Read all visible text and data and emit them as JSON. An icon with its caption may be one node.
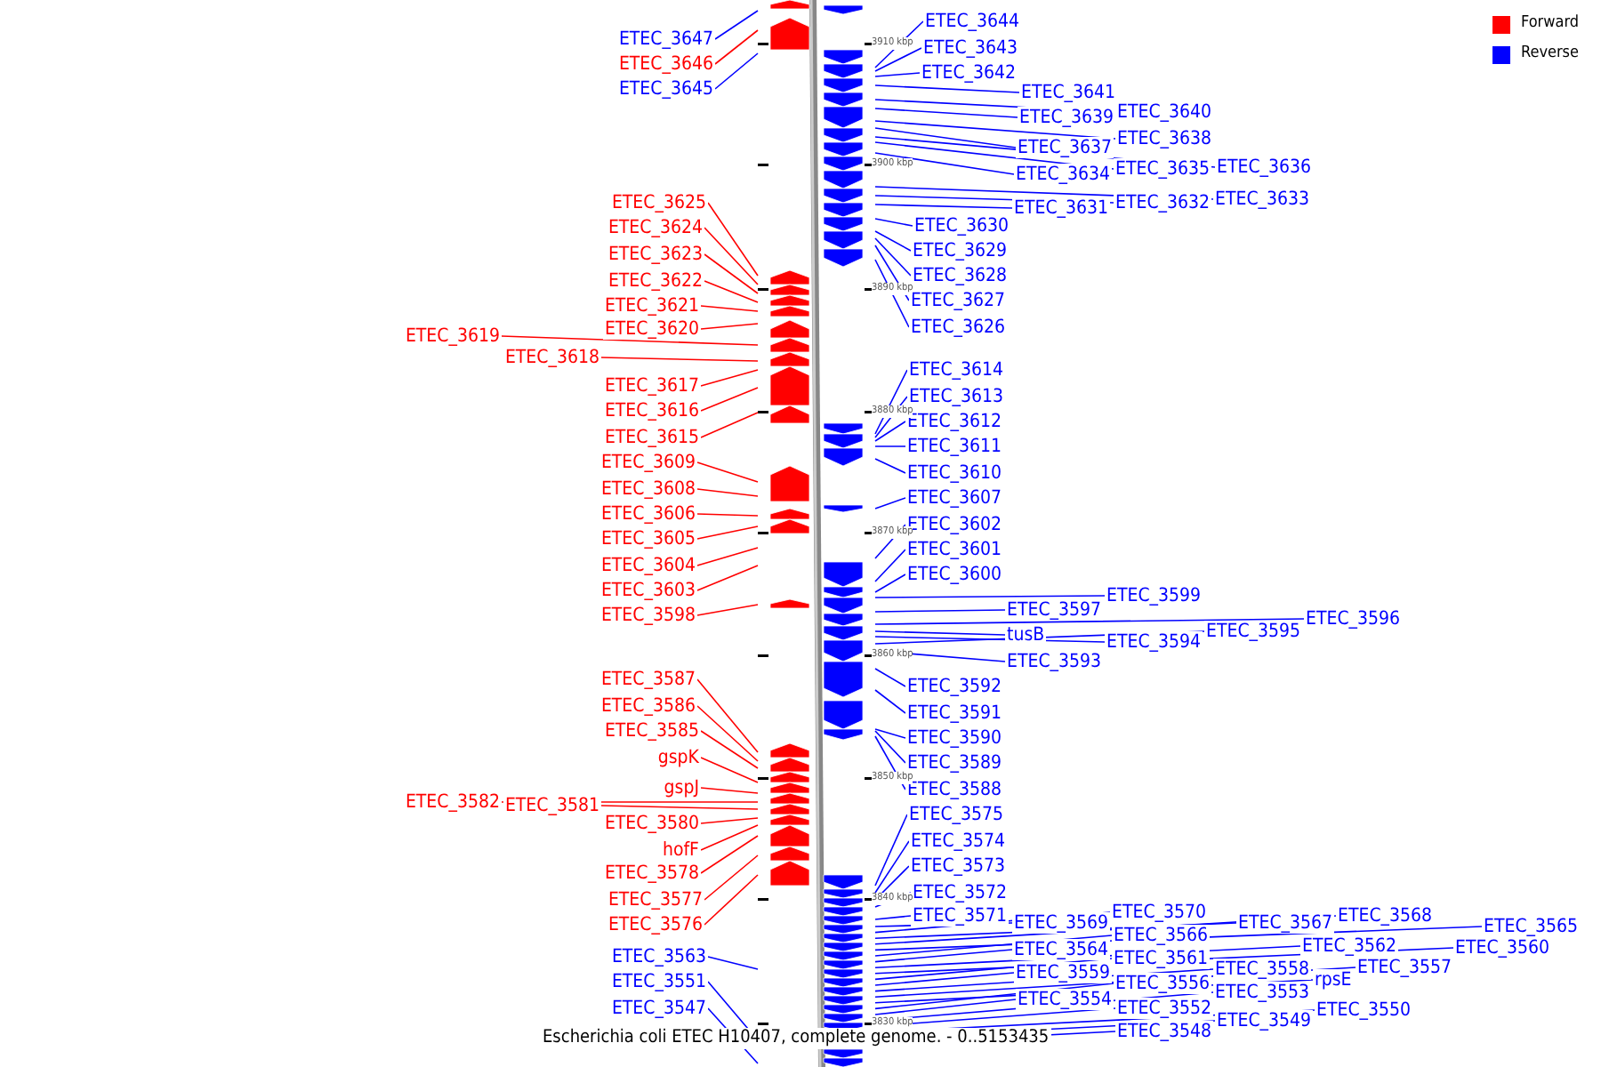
{
  "diagram": {
    "caption": "Escherichia coli ETEC H10407, complete genome. - 0..5153435",
    "nodes": [
      {
        "text": [
          "ETEC_3647"
        ]
      },
      {
        "text": [
          "ETEC_3646"
        ]
      },
      {
        "text": [
          "ETEC_3645"
        ]
      },
      {
        "text": [
          "ETEC_3625"
        ]
      },
      {
        "text": [
          "ETEC_3624"
        ]
      },
      {
        "text": [
          "ETEC_3623"
        ]
      },
      {
        "text": [
          "ETEC_3622"
        ]
      },
      {
        "text": [
          "ETEC_3621"
        ]
      },
      {
        "text": [
          "ETEC_3620"
        ]
      },
      {
        "text": [
          "ETEC_3619"
        ]
      },
      {
        "text": [
          "ETEC_3618"
        ]
      },
      {
        "text": [
          "ETEC_3617"
        ]
      },
      {
        "text": [
          "ETEC_3616"
        ]
      },
      {
        "text": [
          "ETEC_3615"
        ]
      },
      {
        "text": [
          "ETEC_3609"
        ]
      },
      {
        "text": [
          "ETEC_3608"
        ]
      },
      {
        "text": [
          "ETEC_3606"
        ]
      },
      {
        "text": [
          "ETEC_3605"
        ]
      },
      {
        "text": [
          "ETEC_3604"
        ]
      },
      {
        "text": [
          "ETEC_3603"
        ]
      },
      {
        "text": [
          "ETEC_3598"
        ]
      },
      {
        "text": [
          "ETEC_3587"
        ]
      },
      {
        "text": [
          "ETEC_3586"
        ]
      },
      {
        "text": [
          "ETEC_3585"
        ]
      },
      {
        "text": [
          "gspK"
        ]
      },
      {
        "text": [
          "gspJ"
        ]
      },
      {
        "text": [
          "ETEC_3582"
        ]
      },
      {
        "text": [
          "ETEC_3581"
        ]
      },
      {
        "text": [
          "ETEC_3580"
        ]
      },
      {
        "text": [
          "hofF"
        ]
      },
      {
        "text": [
          "ETEC_3578"
        ]
      },
      {
        "text": [
          "ETEC_3577"
        ]
      },
      {
        "text": [
          "ETEC_3576"
        ]
      },
      {
        "text": [
          "ETEC_3563"
        ]
      },
      {
        "text": [
          "ETEC_3551"
        ]
      },
      {
        "text": [
          "ETEC_3547"
        ]
      },
      {
        "text": [
          "ETEC_3644"
        ]
      },
      {
        "text": [
          "ETEC_3643"
        ]
      },
      {
        "text": [
          "ETEC_3642"
        ]
      },
      {
        "text": [
          "ETEC_3641"
        ]
      },
      {
        "text": [
          "ETEC_3639"
        ]
      },
      {
        "text": [
          "ETEC_3640"
        ]
      },
      {
        "text": [
          "ETEC_3637"
        ]
      },
      {
        "text": [
          "ETEC_3638"
        ]
      },
      {
        "text": [
          "ETEC_3634"
        ]
      },
      {
        "text": [
          "ETEC_3635"
        ]
      },
      {
        "text": [
          "ETEC_3636"
        ]
      },
      {
        "text": [
          "ETEC_3631"
        ]
      },
      {
        "text": [
          "ETEC_3632"
        ]
      },
      {
        "text": [
          "ETEC_3633"
        ]
      },
      {
        "text": [
          "ETEC_3630"
        ]
      },
      {
        "text": [
          "ETEC_3629"
        ]
      },
      {
        "text": [
          "ETEC_3628"
        ]
      },
      {
        "text": [
          "ETEC_3627"
        ]
      },
      {
        "text": [
          "ETEC_3626"
        ]
      },
      {
        "text": [
          "ETEC_3614"
        ]
      },
      {
        "text": [
          "ETEC_3613"
        ]
      },
      {
        "text": [
          "ETEC_3612"
        ]
      },
      {
        "text": [
          "ETEC_3611"
        ]
      },
      {
        "text": [
          "ETEC_3610"
        ]
      },
      {
        "text": [
          "ETEC_3607"
        ]
      },
      {
        "text": [
          "ETEC_3602"
        ]
      },
      {
        "text": [
          "ETEC_3601"
        ]
      },
      {
        "text": [
          "ETEC_3600"
        ]
      },
      {
        "text": [
          "ETEC_3599"
        ]
      },
      {
        "text": [
          "ETEC_3597"
        ]
      },
      {
        "text": [
          "ETEC_3596"
        ]
      },
      {
        "text": [
          "tusB"
        ]
      },
      {
        "text": [
          "ETEC_3594"
        ]
      },
      {
        "text": [
          "ETEC_3595"
        ]
      },
      {
        "text": [
          "ETEC_3593"
        ]
      },
      {
        "text": [
          "ETEC_3592"
        ]
      },
      {
        "text": [
          "ETEC_3591"
        ]
      },
      {
        "text": [
          "ETEC_3590"
        ]
      },
      {
        "text": [
          "ETEC_3589"
        ]
      },
      {
        "text": [
          "ETEC_3588"
        ]
      },
      {
        "text": [
          "ETEC_3575"
        ]
      },
      {
        "text": [
          "ETEC_3574"
        ]
      },
      {
        "text": [
          "ETEC_3573"
        ]
      },
      {
        "text": [
          "ETEC_3572"
        ]
      },
      {
        "text": [
          "ETEC_3571"
        ]
      },
      {
        "text": [
          "ETEC_3569"
        ]
      },
      {
        "text": [
          "ETEC_3570"
        ]
      },
      {
        "text": [
          "ETEC_3567"
        ]
      },
      {
        "text": [
          "ETEC_3568"
        ]
      },
      {
        "text": [
          "ETEC_3565"
        ]
      },
      {
        "text": [
          "ETEC_3566"
        ]
      },
      {
        "text": [
          "ETEC_3564"
        ]
      },
      {
        "text": [
          "ETEC_3562"
        ]
      },
      {
        "text": [
          "ETEC_3560"
        ]
      },
      {
        "text": [
          "ETEC_3561"
        ]
      },
      {
        "text": [
          "ETEC_3559"
        ]
      },
      {
        "text": [
          "ETEC_3558"
        ]
      },
      {
        "text": [
          "ETEC_3557"
        ]
      },
      {
        "text": [
          "rpsE"
        ]
      },
      {
        "text": [
          "ETEC_3556"
        ]
      },
      {
        "text": [
          "ETEC_3554"
        ]
      },
      {
        "text": [
          "ETEC_3553"
        ]
      },
      {
        "text": [
          "ETEC_3552"
        ]
      },
      {
        "text": [
          "ETEC_3550"
        ]
      },
      {
        "text": [
          "ETEC_3549"
        ]
      },
      {
        "text": [
          "ETEC_3548"
        ]
      },
      {
        "text": [],
        "shape": "picture"
      }
    ],
    "edges": [
      {
        "from": 0,
        "to": 102,
        "arrow": "none"
      },
      {
        "from": 1,
        "to": 102,
        "arrow": "none",
        "color": "#ff0000"
      },
      {
        "from": 2,
        "to": 102,
        "arrow": "none"
      },
      {
        "from": 3,
        "to": 102,
        "arrow": "none",
        "color": "#ff0000"
      },
      {
        "from": 4,
        "to": 102,
        "arrow": "none",
        "color": "#ff0000"
      },
      {
        "from": 5,
        "to": 102,
        "arrow": "none",
        "color": "#ff0000"
      },
      {
        "from": 6,
        "to": 102,
        "arrow": "none",
        "color": "#ff0000"
      },
      {
        "from": 7,
        "to": 102,
        "arrow": "none",
        "color": "#ff0000"
      },
      {
        "from": 8,
        "to": 102,
        "arrow": "none",
        "color": "#ff0000"
      },
      {
        "from": 9,
        "to": 102,
        "arrow": "none",
        "color": "#ff0000"
      },
      {
        "from": 10,
        "to": 102,
        "arrow": "none",
        "color": "#ff0000"
      },
      {
        "from": 11,
        "to": 102,
        "arrow": "none",
        "color": "#ff0000"
      },
      {
        "from": 12,
        "to": 102,
        "arrow": "none",
        "color": "#ff0000"
      },
      {
        "from": 13,
        "to": 102,
        "arrow": "none",
        "color": "#ff0000"
      },
      {
        "from": 14,
        "to": 102,
        "arrow": "none",
        "color": "#ff0000"
      },
      {
        "from": 15,
        "to": 102,
        "arrow": "none",
        "color": "#ff0000"
      },
      {
        "from": 16,
        "to": 102,
        "arrow": "none",
        "color": "#ff0000"
      },
      {
        "from": 17,
        "to": 102,
        "arrow": "none",
        "color": "#ff0000"
      },
      {
        "from": 18,
        "to": 102,
        "arrow": "none",
        "color": "#ff0000"
      },
      {
        "from": 19,
        "to": 102,
        "arrow": "none",
        "color": "#ff0000"
      },
      {
        "from": 20,
        "to": 102,
        "arrow": "none",
        "color": "#ff0000"
      },
      {
        "from": 21,
        "to": 102,
        "arrow": "none",
        "color": "#ff0000"
      },
      {
        "from": 22,
        "to": 102,
        "arrow": "none",
        "color": "#ff0000"
      },
      {
        "from": 23,
        "to": 102,
        "arrow": "none",
        "color": "#ff0000"
      },
      {
        "from": 24,
        "to": 102,
        "arrow": "none",
        "color": "#ff0000"
      },
      {
        "from": 25,
        "to": 102,
        "arrow": "none",
        "color": "#ff0000"
      },
      {
        "from": 26,
        "to": 102,
        "arrow": "none",
        "color": "#ff0000"
      },
      {
        "from": 27,
        "to": 102,
        "arrow": "none",
        "color": "#ff0000"
      },
      {
        "from": 28,
        "to": 102,
        "arrow": "none",
        "color": "#ff0000"
      },
      {
        "from": 29,
        "to": 102,
        "arrow": "none",
        "color": "#ff0000"
      },
      {
        "from": 30,
        "to": 102,
        "arrow": "none",
        "color": "#ff0000"
      },
      {
        "from": 31,
        "to": 102,
        "arrow": "none",
        "color": "#ff0000"
      },
      {
        "from": 32,
        "to": 102,
        "arrow": "none",
        "color": "#ff0000"
      },
      {
        "from": 33,
        "to": 102,
        "arrow": "none"
      },
      {
        "from": 34,
        "to": 102,
        "arrow": "none"
      },
      {
        "from": 35,
        "to": 102,
        "arrow": "none"
      },
      {
        "from": 36,
        "to": 102,
        "arrow": "none"
      },
      {
        "from": 37,
        "to": 102,
        "arrow": "none"
      },
      {
        "from": 38,
        "to": 102,
        "arrow": "none"
      },
      {
        "from": 39,
        "to": 102,
        "arrow": "none"
      },
      {
        "from": 40,
        "to": 102,
        "arrow": "none"
      },
      {
        "from": 41,
        "to": 102,
        "arrow": "none"
      },
      {
        "from": 42,
        "to": 102,
        "arrow": "none"
      },
      {
        "from": 43,
        "to": 102,
        "arrow": "none"
      },
      {
        "from": 44,
        "to": 102,
        "arrow": "none"
      },
      {
        "from": 45,
        "to": 102,
        "arrow": "none"
      },
      {
        "from": 46,
        "to": 102,
        "arrow": "none"
      },
      {
        "from": 47,
        "to": 102,
        "arrow": "none"
      },
      {
        "from": 48,
        "to": 102,
        "arrow": "none"
      },
      {
        "from": 49,
        "to": 102,
        "arrow": "none"
      },
      {
        "from": 50,
        "to": 102,
        "arrow": "none"
      },
      {
        "from": 51,
        "to": 102,
        "arrow": "none"
      },
      {
        "from": 52,
        "to": 102,
        "arrow": "none"
      },
      {
        "from": 53,
        "to": 102,
        "arrow": "none"
      },
      {
        "from": 54,
        "to": 102,
        "arrow": "none"
      },
      {
        "from": 55,
        "to": 102,
        "arrow": "none"
      },
      {
        "from": 56,
        "to": 102,
        "arrow": "none"
      },
      {
        "from": 57,
        "to": 102,
        "arrow": "none"
      },
      {
        "from": 58,
        "to": 102,
        "arrow": "none"
      },
      {
        "from": 59,
        "to": 102,
        "arrow": "none"
      },
      {
        "from": 60,
        "to": 102,
        "arrow": "none"
      },
      {
        "from": 61,
        "to": 102,
        "arrow": "none"
      },
      {
        "from": 62,
        "to": 102,
        "arrow": "none"
      },
      {
        "from": 63,
        "to": 102,
        "arrow": "none"
      },
      {
        "from": 64,
        "to": 102,
        "arrow": "none"
      },
      {
        "from": 65,
        "to": 102,
        "arrow": "none"
      },
      {
        "from": 66,
        "to": 102,
        "arrow": "none"
      },
      {
        "from": 67,
        "to": 102,
        "arrow": "none"
      },
      {
        "from": 68,
        "to": 102,
        "arrow": "none"
      },
      {
        "from": 69,
        "to": 102,
        "arrow": "none"
      },
      {
        "from": 70,
        "to": 102,
        "arrow": "none"
      },
      {
        "from": 71,
        "to": 102,
        "arrow": "none"
      },
      {
        "from": 72,
        "to": 102,
        "arrow": "none"
      },
      {
        "from": 73,
        "to": 102,
        "arrow": "none"
      },
      {
        "from": 74,
        "to": 102,
        "arrow": "none"
      },
      {
        "from": 75,
        "to": 102,
        "arrow": "none"
      },
      {
        "from": 76,
        "to": 102,
        "arrow": "none"
      },
      {
        "from": 77,
        "to": 102,
        "arrow": "none"
      },
      {
        "from": 78,
        "to": 102,
        "arrow": "none"
      },
      {
        "from": 79,
        "to": 102,
        "arrow": "none"
      },
      {
        "from": 80,
        "to": 102,
        "arrow": "none"
      },
      {
        "from": 81,
        "to": 102,
        "arrow": "none"
      },
      {
        "from": 82,
        "to": 102,
        "arrow": "none"
      },
      {
        "from": 83,
        "to": 102,
        "arrow": "none"
      },
      {
        "from": 84,
        "to": 102,
        "arrow": "none"
      },
      {
        "from": 85,
        "to": 102,
        "arrow": "none"
      },
      {
        "from": 86,
        "to": 102,
        "arrow": "none"
      },
      {
        "from": 87,
        "to": 102,
        "arrow": "none"
      },
      {
        "from": 88,
        "to": 102,
        "arrow": "none"
      },
      {
        "from": 89,
        "to": 102,
        "arrow": "none"
      },
      {
        "from": 90,
        "to": 102,
        "arrow": "none"
      },
      {
        "from": 91,
        "to": 102,
        "arrow": "none"
      },
      {
        "from": 92,
        "to": 102,
        "arrow": "none"
      },
      {
        "from": 93,
        "to": 102,
        "arrow": "none"
      },
      {
        "from": 94,
        "to": 102,
        "arrow": "none"
      },
      {
        "from": 95,
        "to": 102,
        "arrow": "none"
      },
      {
        "from": 96,
        "to": 102,
        "arrow": "none"
      },
      {
        "from": 97,
        "to": 102,
        "arrow": "none"
      },
      {
        "from": 98,
        "to": 102,
        "arrow": "none"
      },
      {
        "from": 99,
        "to": 102,
        "arrow": "none"
      },
      {
        "from": 100,
        "to": 102,
        "arrow": "none"
      },
      {
        "from": 101,
        "to": 102,
        "arrow": "none"
      }
    ],
    "labels": [
      "3910 kbp",
      "3900 kbp",
      "3890 kbp",
      "3880 kbp",
      "3870 kbp",
      "3860 kbp",
      "3850 kbp",
      "3840 kbp",
      "3830 kbp"
    ],
    "legend": [
      {
        "text": "Forward",
        "color": "#ff0000"
      },
      {
        "text": "Reverse",
        "color": "#0000ff"
      }
    ]
  }
}
